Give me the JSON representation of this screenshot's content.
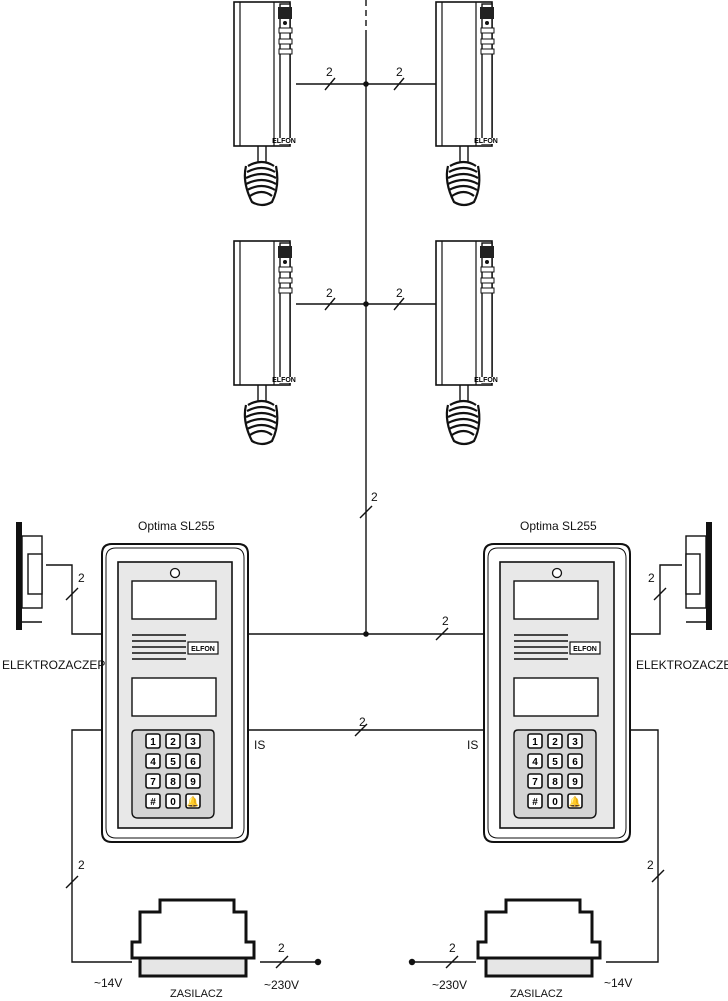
{
  "wire_count": "2",
  "bus_label": "IS",
  "panel_title": "Optima SL255",
  "brand": "ELFON",
  "lock_label": "ELEKTROZACZEP",
  "power_supply_label": "ZASILACZ",
  "low_voltage_label": "~14V",
  "mains_voltage_label": "~230V",
  "keypad_keys": [
    "1",
    "2",
    "3",
    "4",
    "5",
    "6",
    "7",
    "8",
    "9",
    "#",
    "0",
    "🔔"
  ]
}
